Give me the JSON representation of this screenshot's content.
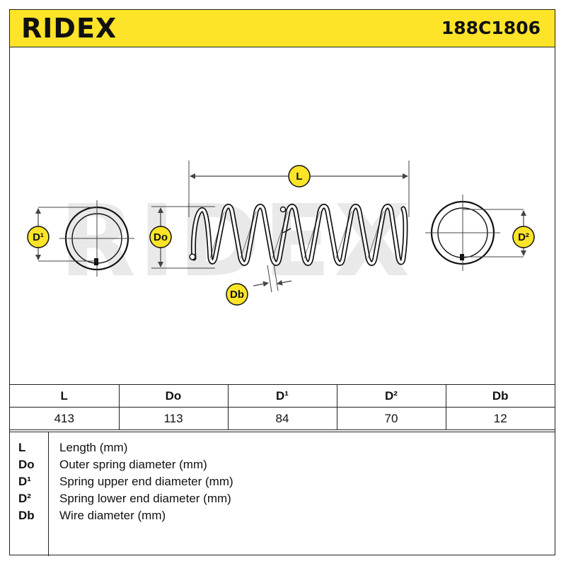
{
  "header": {
    "brand": "RIDEX",
    "part_number": "188C1806",
    "background_color": "#fde428"
  },
  "drawing": {
    "watermark": "RIDEX",
    "dimension_labels": {
      "length": "L",
      "outer_diameter": "Do",
      "upper_diameter": "D¹",
      "lower_diameter": "D²",
      "wire_diameter": "Db"
    }
  },
  "specs": {
    "columns": [
      "L",
      "Do",
      "D¹",
      "D²",
      "Db"
    ],
    "values": [
      "413",
      "113",
      "84",
      "70",
      "12"
    ]
  },
  "legend": [
    {
      "key": "L",
      "description": "Length (mm)"
    },
    {
      "key": "Do",
      "description": "Outer spring diameter (mm)"
    },
    {
      "key": "D¹",
      "description": "Spring upper end diameter (mm)"
    },
    {
      "key": "D²",
      "description": "Spring lower end diameter (mm)"
    },
    {
      "key": "Db",
      "description": "Wire diameter (mm)"
    }
  ]
}
